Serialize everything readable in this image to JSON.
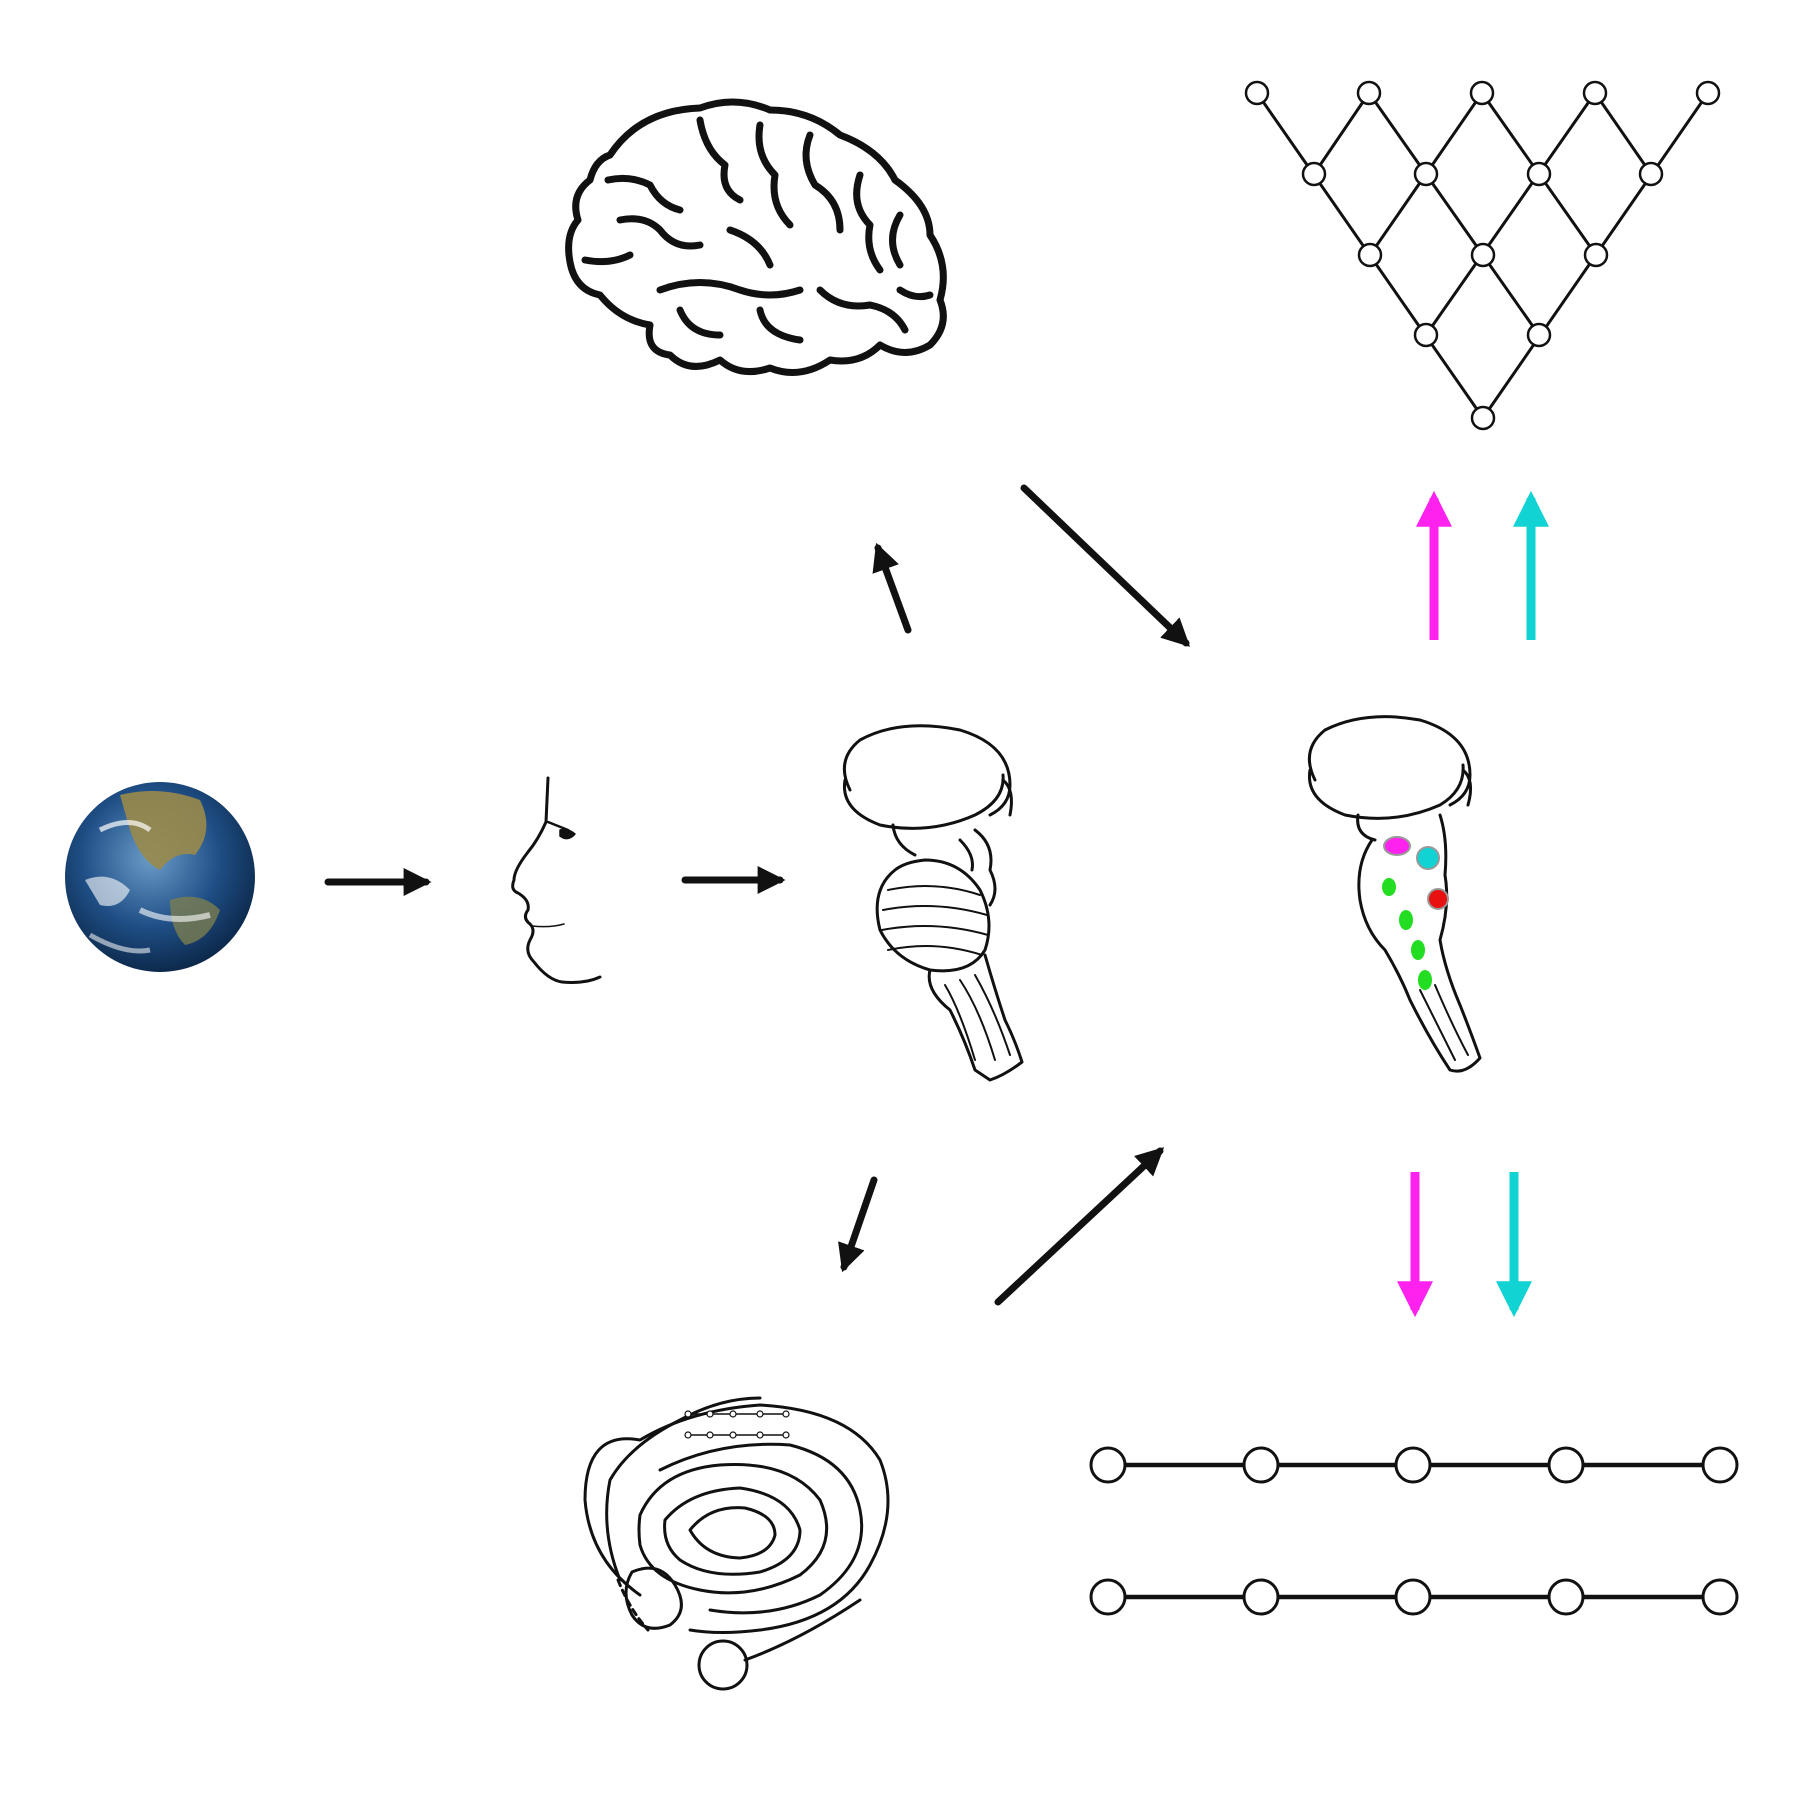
{
  "colors": {
    "ink": "#111111",
    "magenta": "#ff22ee",
    "cyan": "#11d3d3",
    "green": "#22dd22",
    "red": "#e81010",
    "ocean": "#1f4f86",
    "land": "#9a8a4a"
  },
  "icons": [
    "earth-icon",
    "face-profile-icon",
    "human-brain-icon",
    "fish-brain-icon",
    "fish-brain-nuclei-icon",
    "cochlea-icon",
    "lattice-network-icon",
    "chain-network-icon"
  ],
  "chain_network": {
    "rows": 2,
    "nodes_per_row": 5
  },
  "lattice_network": {
    "node_rows": [
      5,
      4,
      3,
      2,
      1
    ]
  },
  "colored_nuclei": [
    "magenta",
    "cyan",
    "red",
    "green",
    "green",
    "green",
    "green"
  ]
}
